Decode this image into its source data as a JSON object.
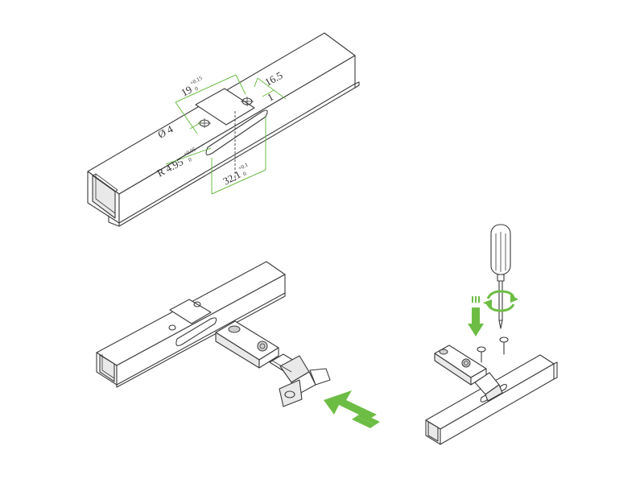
{
  "colors": {
    "accent": "#6dbd45",
    "line": "#3a3a3a",
    "background": "#ffffff"
  },
  "dimensions": {
    "d19": "19",
    "d19_tol_up": "+0.15",
    "d19_tol_lo": "0",
    "d16": "16.5",
    "d4": "Ø 4",
    "r495": "R 4.95",
    "r495_tol_up": "+0.05",
    "r495_tol_lo": "0",
    "d321": "32.1",
    "d321_tol_up": "+0.1",
    "d321_tol_lo": "0",
    "d1": "1"
  },
  "steps": [
    {
      "id": "step-1-drilling",
      "icon": "profile-with-drill-dimensions"
    },
    {
      "id": "step-2-insert-hinge",
      "icon": "push-arrow-icon"
    },
    {
      "id": "step-3-fasten-screws",
      "icon": "screwdriver-icon"
    }
  ]
}
